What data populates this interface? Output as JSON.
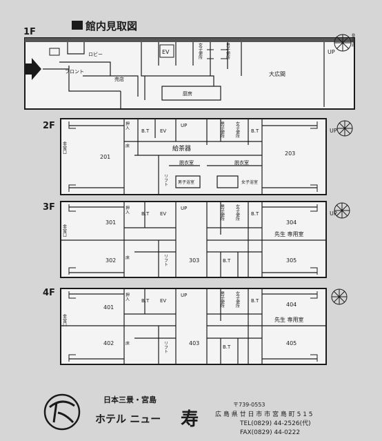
{
  "title": "館内見取図",
  "floors": [
    {
      "label": "1F",
      "rooms": {
        "lobby": "ロビー",
        "front": "フロント",
        "shop": "売店",
        "kitchen": "厨房",
        "hall": "大広間",
        "ev": "EV",
        "mens": "男子便所",
        "womens": "女子便所",
        "up": "UP",
        "stairs": "非常階段"
      }
    },
    {
      "label": "2F",
      "rooms": {
        "r1": "201",
        "r2": "203",
        "bt": "B.T",
        "ev": "EV",
        "up": "UP",
        "mens": "男子便所",
        "womens": "女子便所",
        "oshiire": "押入",
        "toko": "床",
        "lift": "リフト",
        "pantry": "給茶器",
        "dress1": "脱衣室",
        "dress2": "脱衣室",
        "bath_m": "男子浴室",
        "bath_f": "女子浴室",
        "exit": "非常口"
      }
    },
    {
      "label": "3F",
      "rooms": {
        "r1": "301",
        "r2": "302",
        "r3": "303",
        "r4": "304",
        "r5": "305",
        "bt": "B.T",
        "ev": "EV",
        "up": "UP",
        "mens": "男子便所",
        "womens": "女子便所",
        "oshiire": "押入",
        "toko": "床",
        "lift": "リフト",
        "teacher": "先生 専用室",
        "exit": "非常口"
      }
    },
    {
      "label": "4F",
      "rooms": {
        "r1": "401",
        "r2": "402",
        "r3": "403",
        "r4": "404",
        "r5": "405",
        "bt": "B.T",
        "ev": "EV",
        "up": "UP",
        "mens": "男子便所",
        "womens": "女子便所",
        "oshiire": "押入",
        "toko": "床",
        "lift": "リフト",
        "teacher": "先生 専用室",
        "exit": "非常口"
      }
    }
  ],
  "footer": {
    "tagline": "日本三景・宮島",
    "hotel_name": "ホテル ニュー",
    "hotel_kanji": "寿",
    "postal": "〒739-0553",
    "address": "広 島 県 廿 日 市 市 宮 島 町 5 1 5",
    "tel": "TEL(0829)  44-2526(代)",
    "fax": "FAX(0829)  44-0222"
  }
}
